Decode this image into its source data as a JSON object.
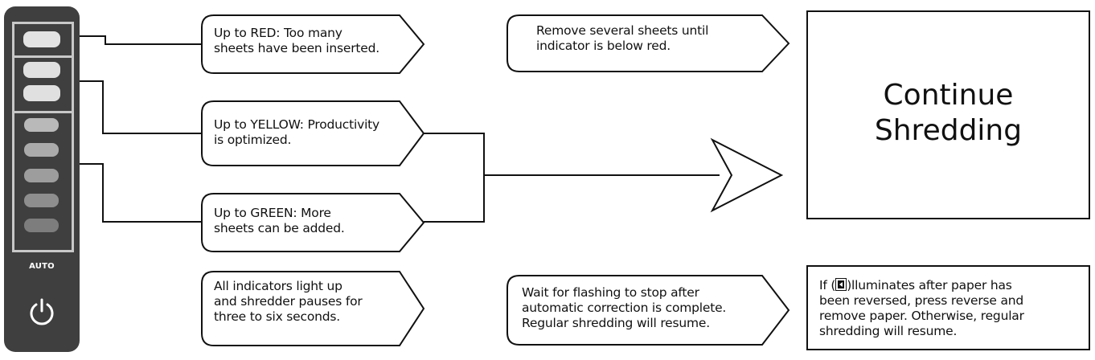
{
  "panel": {
    "auto_label": "AUTO",
    "led_colors": [
      "#e3e3e3",
      "#e0e0e0",
      "#e0e0e0",
      "#b9b9b9",
      "#ababab",
      "#9d9d9d",
      "#8e8e8e",
      "#7d7d7d"
    ],
    "bracket_color": "#c8c8c8",
    "body_color": "#3f3f3f"
  },
  "callouts": {
    "red": "Up to RED: Too many\nsheets have been inserted.",
    "yellow": "Up to YELLOW: Productivity\nis optimized.",
    "green": "Up to GREEN: More\nsheets can be added.",
    "all": "All indicators light up\nand shredder pauses for\nthree to six seconds.",
    "remove": "Remove several sheets until\nindicator is below red.",
    "wait": "Wait for flashing to stop after\nautomatic correction is complete.\nRegular shredding will resume."
  },
  "result": {
    "continue": "Continue\nShredding",
    "note_prefix": "If (",
    "note_suffix": ")lluminates after paper has\nbeen reversed, press reverse and\nremove paper. Otherwise, regular\nshredding will resume."
  },
  "icons": [
    "power-icon",
    "reverse-indicator-icon"
  ]
}
